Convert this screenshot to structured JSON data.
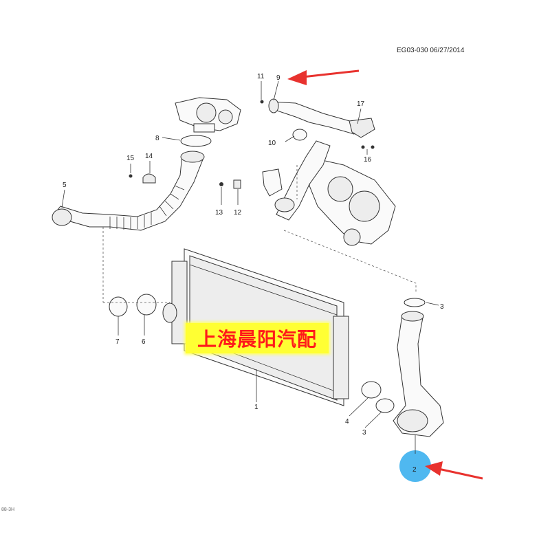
{
  "header": {
    "ref_code": "EG03-030 06/27/2014"
  },
  "watermark": {
    "text": "上海晨阳汽配"
  },
  "corner_note": "88-3H",
  "callouts": {
    "c1": "1",
    "c2": "2",
    "c3a": "3",
    "c3b": "3",
    "c4": "4",
    "c5": "5",
    "c6": "6",
    "c7": "7",
    "c8": "8",
    "c9": "9",
    "c10": "10",
    "c11": "11",
    "c12": "12",
    "c13": "13",
    "c14": "14",
    "c15": "15",
    "c16": "16",
    "c17": "17"
  },
  "colors": {
    "arrow": "#e8322e",
    "highlight_circle": "#4fb8f0",
    "watermark_text": "#ff1a1a",
    "watermark_bg": "#ffff33"
  },
  "highlighted_part": "2",
  "arrow_targets": [
    "9",
    "2"
  ]
}
